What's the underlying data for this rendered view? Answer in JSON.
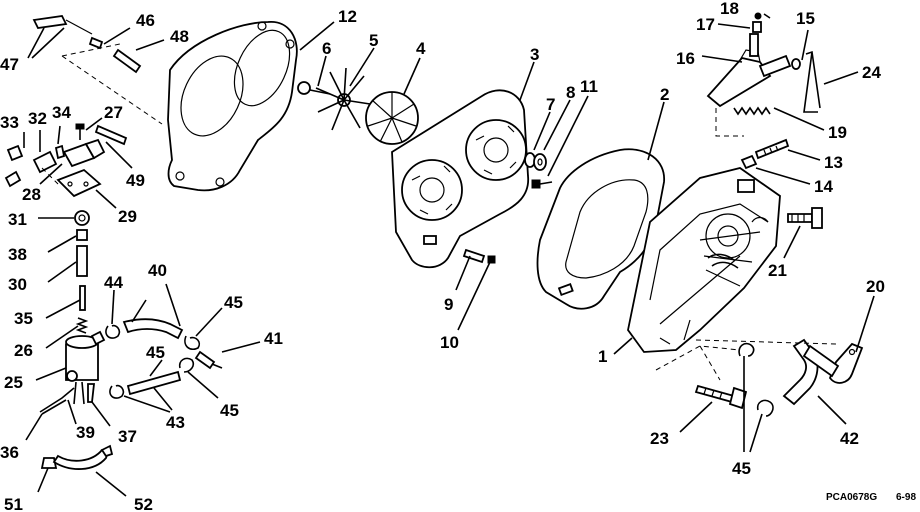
{
  "diagram": {
    "code": "PCA0678G",
    "date": "6-98",
    "labels": {
      "l1": "1",
      "l2": "2",
      "l3": "3",
      "l4": "4",
      "l5": "5",
      "l6": "6",
      "l7": "7",
      "l8": "8",
      "l9": "9",
      "l10": "10",
      "l11": "11",
      "l12": "12",
      "l13": "13",
      "l14": "14",
      "l15": "15",
      "l16": "16",
      "l17": "17",
      "l18": "18",
      "l19": "19",
      "l20": "20",
      "l21": "21",
      "l23": "23",
      "l24": "24",
      "l25": "25",
      "l26": "26",
      "l27": "27",
      "l28": "28",
      "l29": "29",
      "l30": "30",
      "l31": "31",
      "l32": "32",
      "l33": "33",
      "l34": "34",
      "l35": "35",
      "l36": "36",
      "l37": "37",
      "l38": "38",
      "l39": "39",
      "l40": "40",
      "l41": "41",
      "l42": "42",
      "l43": "43",
      "l44": "44",
      "l45a": "45",
      "l45b": "45",
      "l45c": "45",
      "l45d": "45",
      "l46": "46",
      "l47": "47",
      "l48": "48",
      "l49": "49",
      "l51": "51",
      "l52": "52"
    }
  }
}
